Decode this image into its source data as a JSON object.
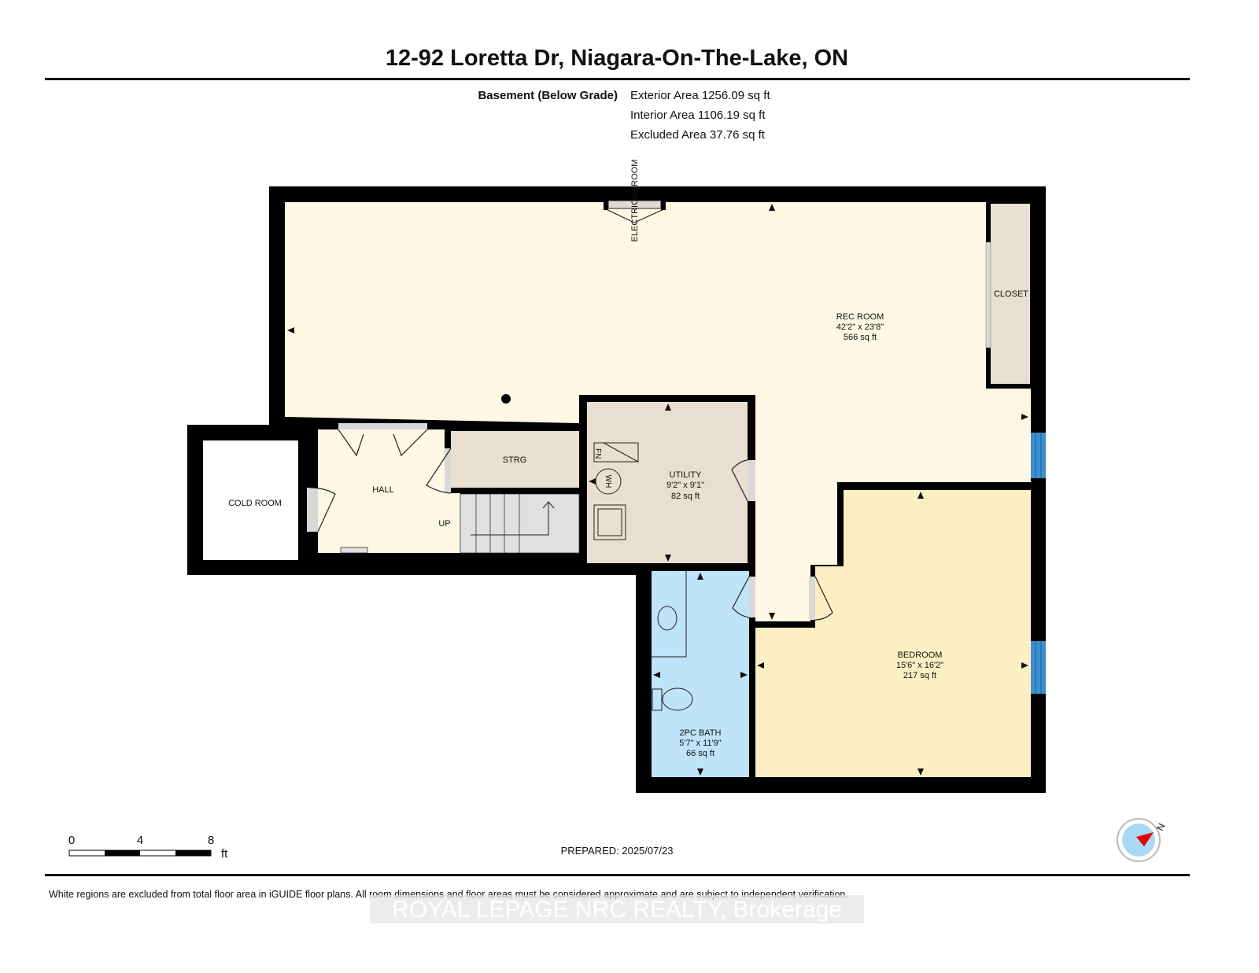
{
  "header": {
    "title": "12-92 Loretta Dr, Niagara-On-The-Lake, ON"
  },
  "floor_info": {
    "level": "Basement (Below Grade)",
    "exterior_area": "Exterior Area 1256.09 sq ft",
    "interior_area": "Interior Area 1106.19 sq ft",
    "excluded_area": "Excluded Area 37.76 sq ft"
  },
  "rooms": {
    "rec_room": {
      "name": "REC ROOM",
      "dims": "42'2\" x 23'8\"",
      "area": "566 sq ft"
    },
    "closet": {
      "name": "CLOSET"
    },
    "electrical_room": {
      "name": "ELECTRICAL ROOM"
    },
    "storage": {
      "name": "STRG"
    },
    "hall": {
      "name": "HALL"
    },
    "cold_room": {
      "name": "COLD ROOM"
    },
    "stairs": {
      "label": "UP"
    },
    "utility": {
      "name": "UTILITY",
      "dims": "9'2\" x 9'1\"",
      "area": "82 sq ft",
      "furnace": "FN",
      "water_heater": "WH"
    },
    "bedroom": {
      "name": "BEDROOM",
      "dims": "15'6\" x 16'2\"",
      "area": "217 sq ft"
    },
    "bath": {
      "name": "2PC BATH",
      "dims": "5'7\" x 11'9\"",
      "area": "66 sq ft"
    }
  },
  "scale_bar": {
    "ticks": [
      "0",
      "4",
      "8"
    ],
    "unit": "ft"
  },
  "prepared": "PREPARED: 2025/07/23",
  "compass": {
    "label": "N",
    "icon": "compass-icon"
  },
  "footer": {
    "disclaimer": "White regions are excluded from total floor area in iGUIDE floor plans. All room dimensions and floor areas must be considered approximate and are subject to independent verification.",
    "watermark": "ROYAL LEPAGE NRC REALTY, Brokerage"
  },
  "colors": {
    "wall": "#000000",
    "rec_room": "#fdf7e3",
    "utility": "#e8dfd0",
    "bedroom": "#fdefc4",
    "bath": "#bfe3f9",
    "stairs": "#e0e0e0",
    "window": "#3d8fd0",
    "compass_needle": "#e00000"
  }
}
